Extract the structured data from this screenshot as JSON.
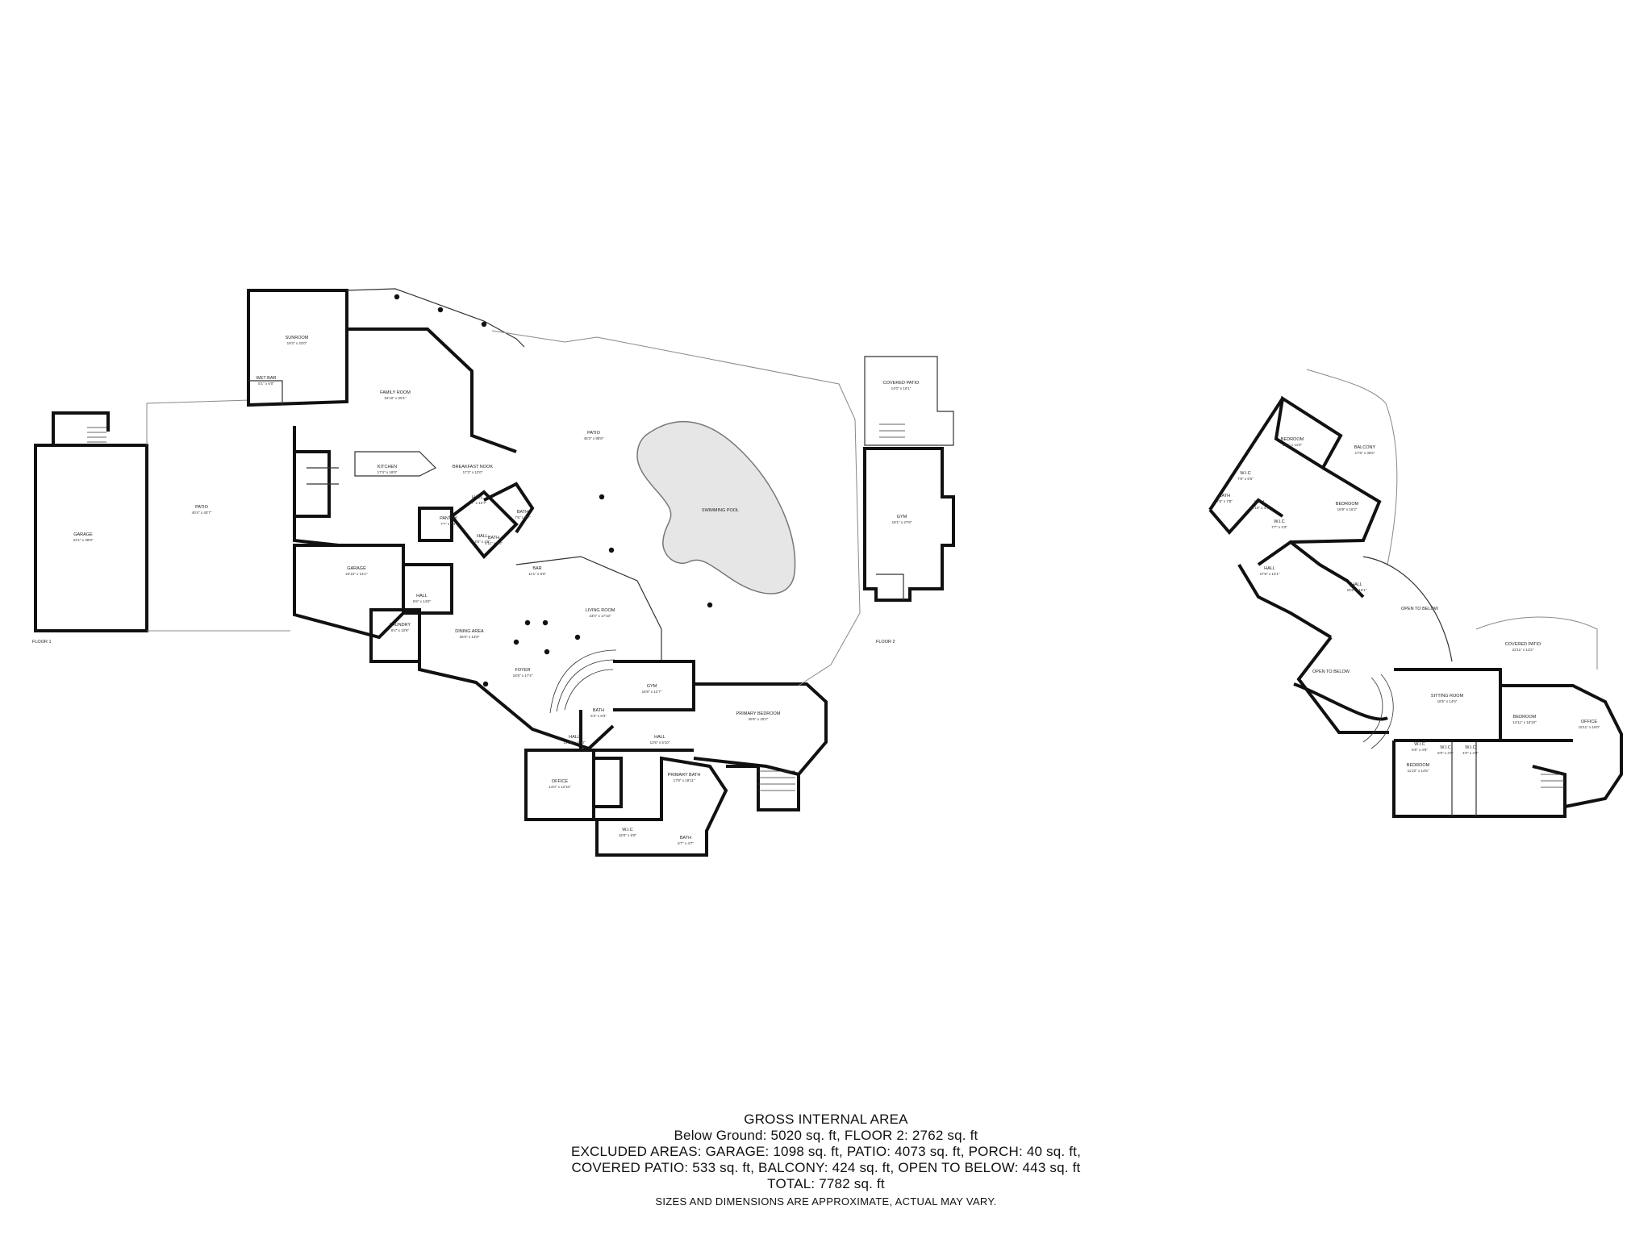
{
  "floors": {
    "floor1": {
      "label": "FLOOR 1",
      "rooms": [
        {
          "name": "SUNROOM",
          "dim": "19'2\" x 23'0\""
        },
        {
          "name": "WET BAR",
          "dim": "5'1\" x 6'0\""
        },
        {
          "name": "FAMILY ROOM",
          "dim": "34'10\" x 25'1\""
        },
        {
          "name": "PATIO",
          "dim": "45'3\" x 89'8\""
        },
        {
          "name": "SWIMMING POOL",
          "dim": ""
        },
        {
          "name": "KITCHEN",
          "dim": "17'4\" x 18'0\""
        },
        {
          "name": "BREAKFAST NOOK",
          "dim": "17'2\" x 12'0\""
        },
        {
          "name": "PANTRY",
          "dim": "7'7\" x 8'4\""
        },
        {
          "name": "HALL",
          "dim": "7'7\" x 12'7\""
        },
        {
          "name": "BATH",
          "dim": "7'6\" x 7'7\""
        },
        {
          "name": "BATH",
          "dim": "4'11\" x 6'0\""
        },
        {
          "name": "HALL",
          "dim": "3'5\" x 4'9\""
        },
        {
          "name": "BAR",
          "dim": "11'1\" x 8'0\""
        },
        {
          "name": "GARAGE",
          "dim": "24'10\" x 14'1\""
        },
        {
          "name": "PATIO",
          "dim": "40'4\" x 40'7\""
        },
        {
          "name": "GARAGE",
          "dim": "22'1\" x 38'8\""
        },
        {
          "name": "HALL",
          "dim": "6'6\" x 14'6\""
        },
        {
          "name": "LAUNDRY",
          "dim": "8'4\" x 10'6\""
        },
        {
          "name": "DINING AREA",
          "dim": "26'6\" x 13'8\""
        },
        {
          "name": "LIVING ROOM",
          "dim": "23'0\" x 17'10\""
        },
        {
          "name": "FOYER",
          "dim": "18'8\" x 17'4\""
        },
        {
          "name": "GYM",
          "dim": "16'8\" x 12'7\""
        },
        {
          "name": "BATH",
          "dim": "6'3\" x 8'3\""
        },
        {
          "name": "HALL",
          "dim": "16'10\" x 5'10\""
        },
        {
          "name": "HALL",
          "dim": "13'6\" x 5'10\""
        },
        {
          "name": "PRIMARY BEDROOM",
          "dim": "26'5\" x 15'2\""
        },
        {
          "name": "OFFICE",
          "dim": "14'0\" x 12'10\""
        },
        {
          "name": "PRIMARY BATH",
          "dim": "17'8\" x 18'11\""
        },
        {
          "name": "W.I.C",
          "dim": "15'0\" x 6'8\""
        },
        {
          "name": "BATH",
          "dim": "5'7\" x 4'7\""
        }
      ]
    },
    "below": {
      "label": "FLOOR 2",
      "rooms": [
        {
          "name": "COVERED PATIO",
          "dim": "14'0\" x 16'1\""
        },
        {
          "name": "GYM",
          "dim": "18'1\" x 27'8\""
        }
      ]
    },
    "floor2": {
      "rooms": [
        {
          "name": "BEDROOM",
          "dim": "15'1\" x 11'0\""
        },
        {
          "name": "BALCONY",
          "dim": "17'6\" x 36'5\""
        },
        {
          "name": "W.I.C",
          "dim": "7'8\" x 6'5\""
        },
        {
          "name": "BATH",
          "dim": "7'8\" x 7'8\""
        },
        {
          "name": "HALL",
          "dim": "11'10\" x 4'4\""
        },
        {
          "name": "BEDROOM",
          "dim": "16'9\" x 16'2\""
        },
        {
          "name": "W.I.C",
          "dim": "7'7\" x 4'3\""
        },
        {
          "name": "HALL",
          "dim": "27'8\" x 12'1\""
        },
        {
          "name": "HALL",
          "dim": "15'6\" x 16'1\""
        },
        {
          "name": "OPEN TO BELOW",
          "dim": ""
        },
        {
          "name": "OPEN TO BELOW",
          "dim": ""
        },
        {
          "name": "COVERED PATIO",
          "dim": "22'11\" x 13'2\""
        },
        {
          "name": "SITTING ROOM",
          "dim": "18'5\" x 14'6\""
        },
        {
          "name": "BEDROOM",
          "dim": "14'11\" x 16'10\""
        },
        {
          "name": "OFFICE",
          "dim": "15'11\" x 16'0\""
        },
        {
          "name": "W.I.C",
          "dim": "6'8\" x 4'9\""
        },
        {
          "name": "W.I.C",
          "dim": "6'0\" x 4'0\""
        },
        {
          "name": "W.I.C",
          "dim": "4'0\" x 4'9\""
        },
        {
          "name": "BEDROOM",
          "dim": "11'10\" x 14'5\""
        }
      ]
    }
  },
  "summary": {
    "title": "GROSS INTERNAL AREA",
    "line1": "Below Ground: 5020 sq. ft, FLOOR 2: 2762 sq. ft",
    "line2": "EXCLUDED AREAS: GARAGE: 1098 sq. ft, PATIO: 4073 sq. ft, PORCH: 40 sq. ft,",
    "line3": "COVERED PATIO: 533 sq. ft, BALCONY: 424 sq. ft, OPEN TO BELOW: 443 sq. ft",
    "line4": "TOTAL: 7782 sq. ft",
    "note": "SIZES AND DIMENSIONS ARE APPROXIMATE, ACTUAL MAY VARY."
  }
}
